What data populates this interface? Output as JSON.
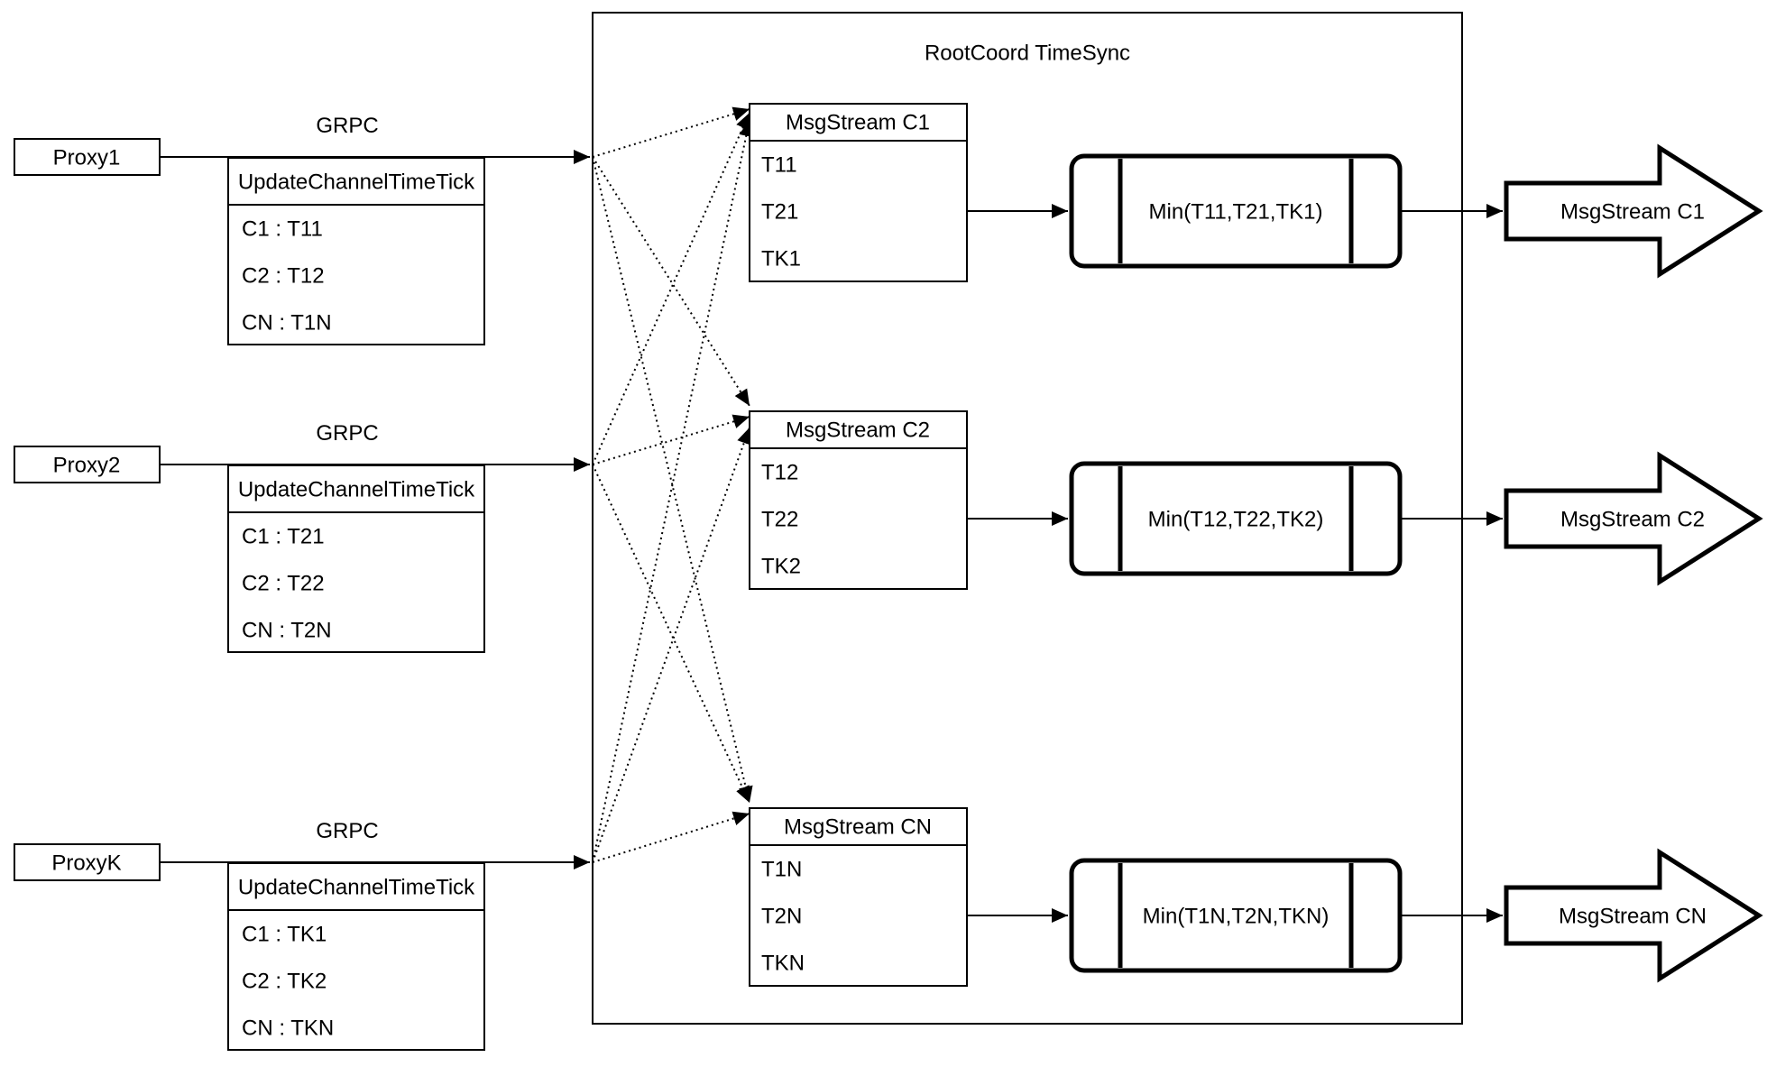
{
  "diagram": {
    "title": "RootCoord TimeSync",
    "proxies": [
      {
        "name": "Proxy1",
        "grpc_label": "GRPC",
        "table_title": "UpdateChannelTimeTick",
        "rows": [
          "C1 : T11",
          "C2 : T12",
          "CN : T1N"
        ]
      },
      {
        "name": "Proxy2",
        "grpc_label": "GRPC",
        "table_title": "UpdateChannelTimeTick",
        "rows": [
          "C1 : T21",
          "C2 : T22",
          "CN : T2N"
        ]
      },
      {
        "name": "ProxyK",
        "grpc_label": "GRPC",
        "table_title": "UpdateChannelTimeTick",
        "rows": [
          "C1 : TK1",
          "C2 : TK2",
          "CN : TKN"
        ]
      }
    ],
    "streams": [
      {
        "table_title": "MsgStream C1",
        "rows": [
          "T11",
          "T21",
          "TK1"
        ],
        "min_label": "Min(T11,T21,TK1)",
        "output_label": "MsgStream C1"
      },
      {
        "table_title": "MsgStream C2",
        "rows": [
          "T12",
          "T22",
          "TK2"
        ],
        "min_label": "Min(T12,T22,TK2)",
        "output_label": "MsgStream C2"
      },
      {
        "table_title": "MsgStream CN",
        "rows": [
          "T1N",
          "T2N",
          "TKN"
        ],
        "min_label": "Min(T1N,T2N,TKN)",
        "output_label": "MsgStream CN"
      }
    ],
    "colors": {
      "stroke": "#000000",
      "background": "#ffffff"
    }
  }
}
